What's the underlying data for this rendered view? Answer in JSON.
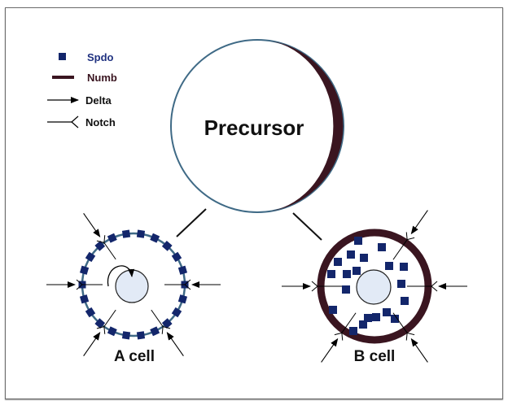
{
  "diagram": {
    "precursor_label": "Precursor",
    "a_cell_label": "A cell",
    "b_cell_label": "B cell"
  },
  "legend": {
    "items": [
      {
        "key": "spdo",
        "label": "Spdo",
        "symbol": "square",
        "color": "#1a2a6c"
      },
      {
        "key": "numb",
        "label": "Numb",
        "symbol": "thick-line",
        "color": "#3a1520"
      },
      {
        "key": "delta",
        "label": "Delta",
        "symbol": "arrow",
        "color": "#000000"
      },
      {
        "key": "notch",
        "label": "Notch",
        "symbol": "receptor-fork",
        "color": "#000000"
      }
    ]
  },
  "colors": {
    "spdo": "#13266b",
    "numb": "#3a1520",
    "membrane": "#3f6a86",
    "nucleus_fill": "#e2eaf6",
    "text": "#111111"
  }
}
